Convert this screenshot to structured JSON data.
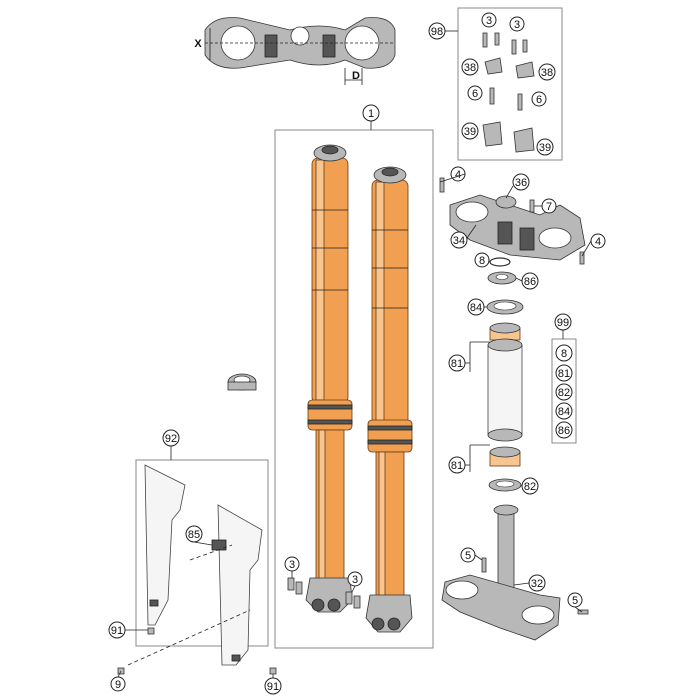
{
  "colors": {
    "fork_orange": "#f0a050",
    "fork_orange_light": "#f7c690",
    "metal_grey": "#b8b8b8",
    "line": "#222222",
    "box_border": "#888888"
  },
  "dimension_labels": {
    "x": "X",
    "d": "D"
  },
  "callouts": {
    "c1": "1",
    "c98": "98",
    "c3a": "3",
    "c3b": "3",
    "c38a": "38",
    "c38b": "38",
    "c6a": "6",
    "c6b": "6",
    "c39a": "39",
    "c39b": "39",
    "c4a": "4",
    "c4b": "4",
    "c36": "36",
    "c7": "7",
    "c34": "34",
    "c8": "8",
    "c86": "86",
    "c84": "84",
    "c99": "99",
    "c81a": "81",
    "c81b": "81",
    "c82": "82",
    "c92": "92",
    "c85": "85",
    "c3c": "3",
    "c3d": "3",
    "c5a": "5",
    "c32": "32",
    "c5b": "5",
    "c91a": "91",
    "c9": "9",
    "c91b": "91"
  },
  "kit_99_contents": [
    "8",
    "81",
    "82",
    "84",
    "86"
  ]
}
